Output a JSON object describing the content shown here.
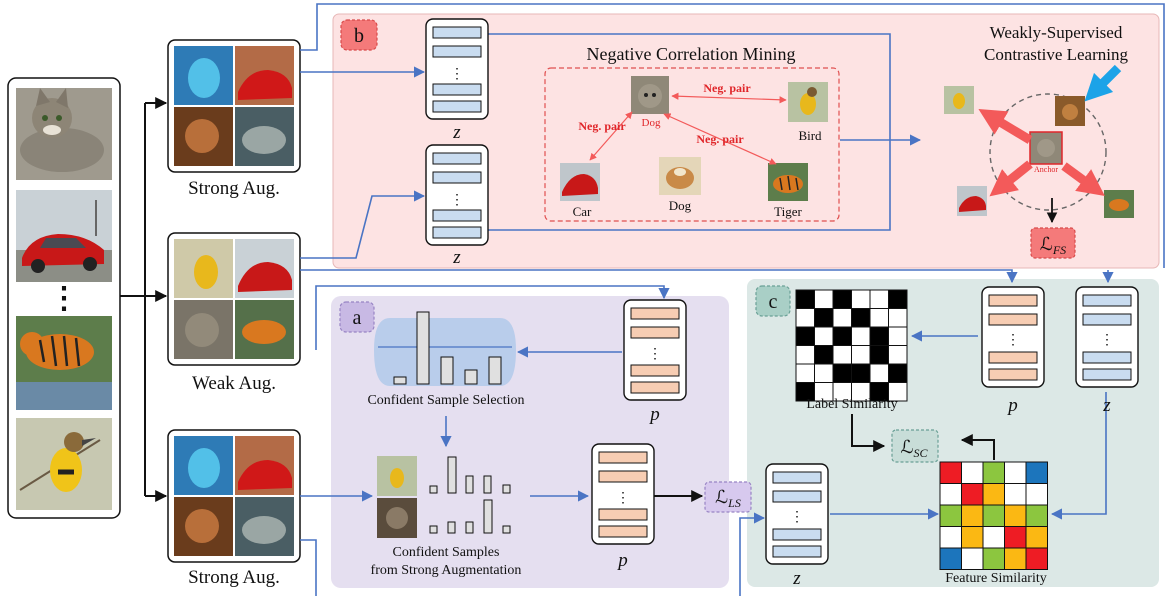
{
  "augment": {
    "strong_top": "Strong Aug.",
    "weak": "Weak Aug.",
    "strong_bottom": "Strong Aug."
  },
  "input_images": [
    "cat",
    "car",
    "tiger",
    "bird"
  ],
  "ellipsis": "⋮",
  "panel_b": {
    "tag": "b",
    "title": "Negative Correlation Mining",
    "z_label_1": "z",
    "z_label_2": "z",
    "neg_pair": "Neg. pair",
    "dog_anchor": "Dog",
    "bird": "Bird",
    "car": "Car",
    "dog": "Dog",
    "tiger": "Tiger",
    "wscl_title_1": "Weakly-Supervised",
    "wscl_title_2": "Contrastive Learning",
    "anchor": "Anchor",
    "loss_main": "ℒ",
    "loss_sub": "FS"
  },
  "panel_a": {
    "tag": "a",
    "confident_selection": "Confident Sample Selection",
    "p_label": "p",
    "confident_samples_1": "Confident Samples",
    "confident_samples_2": "from Strong Augmentation",
    "p_label_2": "p",
    "loss_main": "ℒ",
    "loss_sub": "LS"
  },
  "panel_c": {
    "tag": "c",
    "label_similarity": "Label Similarity",
    "p_label": "p",
    "z_label": "z",
    "z_label_2": "z",
    "feature_similarity": "Feature Similarity",
    "loss_main": "ℒ",
    "loss_sub": "SC"
  },
  "colors": {
    "panel_b_bg": "#fde3e3",
    "panel_a_bg": "#e5dff0",
    "panel_c_bg": "#dce8e6",
    "z_bar": "#c9dcf0",
    "p_bar": "#f7cdb3",
    "arrow_blue": "#4a74c4",
    "arrow_red": "#f35a5a",
    "neg_text": "#e0262a"
  }
}
